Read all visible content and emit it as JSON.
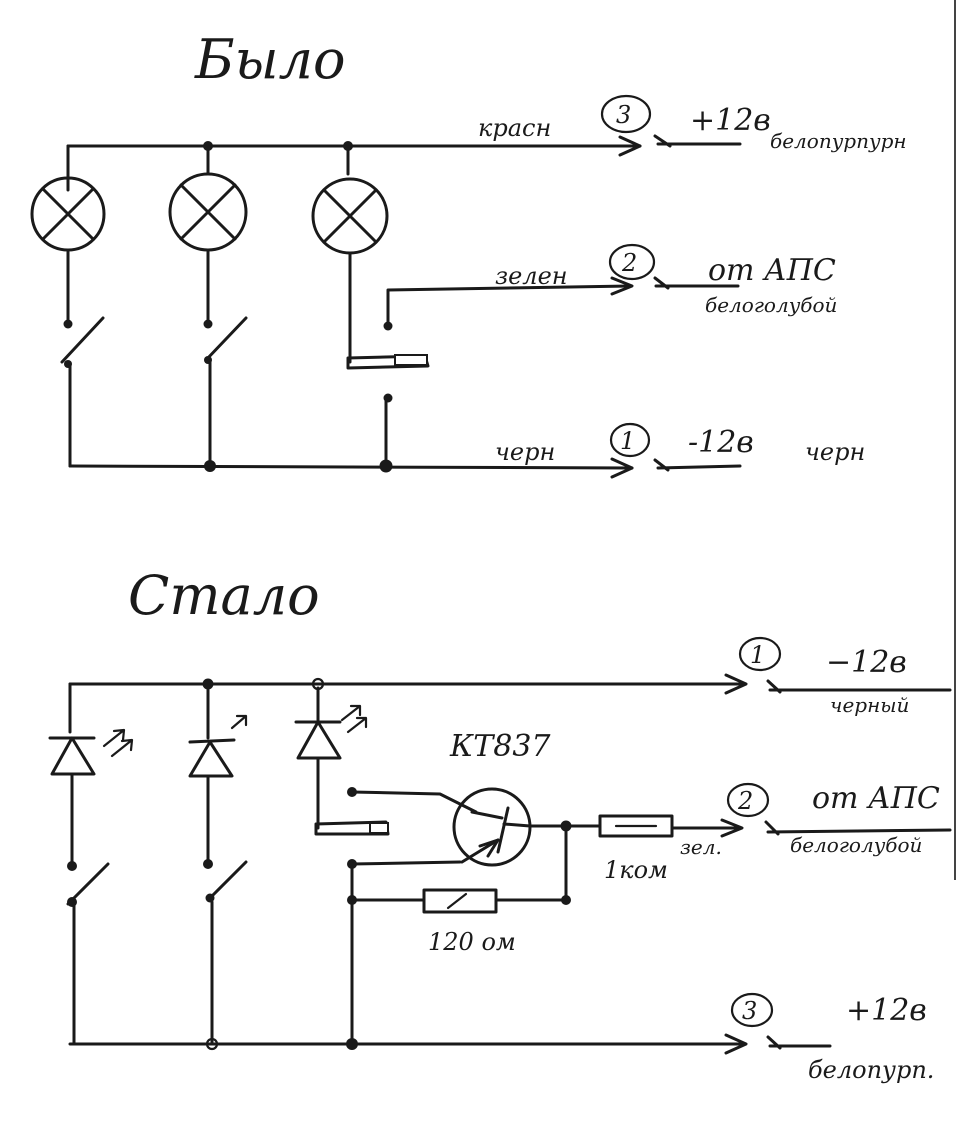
{
  "before": {
    "title": "Было",
    "wires": [
      {
        "number": "3",
        "left_label": "красн",
        "right_label": "+12в",
        "color_label": "белопурпурн"
      },
      {
        "number": "2",
        "left_label": "зелен",
        "right_label": "от АПС",
        "color_label": "белоголубой"
      },
      {
        "number": "1",
        "left_label": "черн",
        "right_label": "-12в",
        "color_label": "черн"
      }
    ]
  },
  "after": {
    "title": "Стало",
    "transistor": "КТ837",
    "resistor_1": "1ком",
    "resistor_2": "120 ом",
    "wire2_tag": "зел.",
    "wires": [
      {
        "number": "1",
        "right_label": "−12в",
        "color_label": "черный"
      },
      {
        "number": "2",
        "right_label": "от АПС",
        "color_label": "белоголубой"
      },
      {
        "number": "3",
        "right_label": "+12в",
        "color_label": "белопурп."
      }
    ]
  }
}
